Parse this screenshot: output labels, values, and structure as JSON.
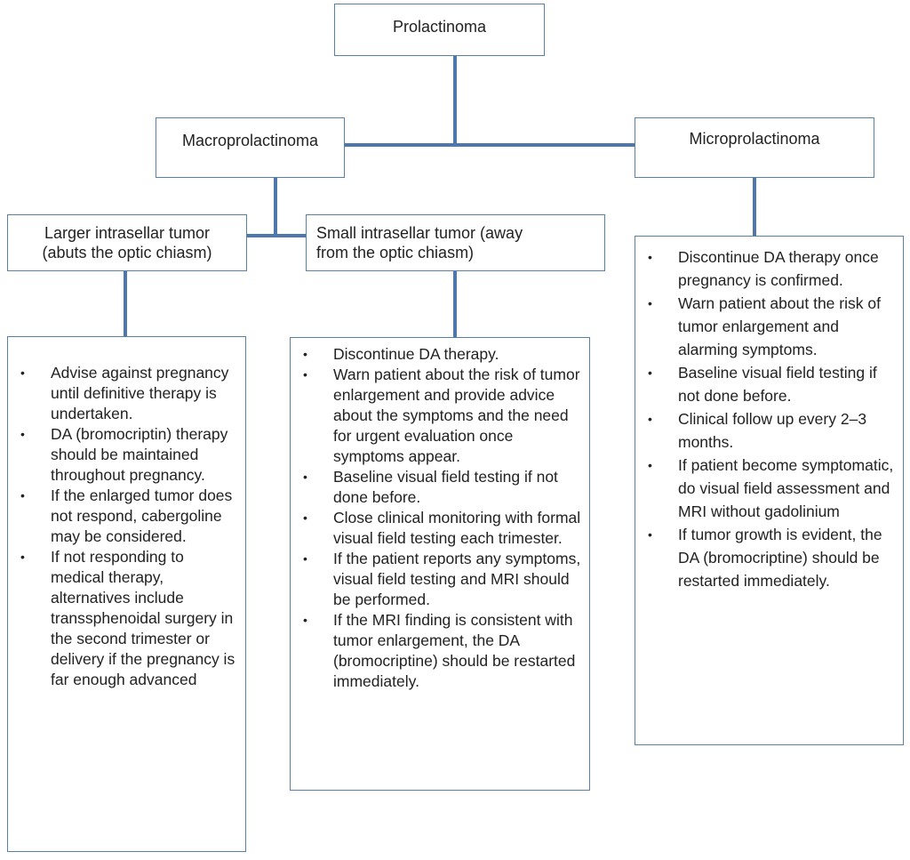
{
  "colors": {
    "line": "#4e78ad",
    "border": "#5a7fa8",
    "text": "#222222"
  },
  "nodes": {
    "root": {
      "label": "Prolactinoma"
    },
    "macro": {
      "label": "Macroprolactinoma"
    },
    "micro": {
      "label": "Microprolactinoma"
    },
    "large": {
      "line1": "Larger intrasellar tumor",
      "line2": "(abuts the optic chiasm)"
    },
    "small": {
      "line1": "Small intrasellar tumor (away",
      "line2": "from the optic chiasm)"
    }
  },
  "lists": {
    "large": [
      "Advise against pregnancy until definitive therapy is undertaken.",
      "DA (bromocriptin) therapy should be maintained throughout pregnancy.",
      "If the enlarged tumor does not respond, cabergoline may be considered.",
      "If not responding to medical therapy, alternatives include transsphenoidal surgery in the second trimester or delivery if the pregnancy is far enough advanced"
    ],
    "small": [
      "Discontinue DA therapy.",
      "Warn patient about the risk of tumor enlargement and provide advice about the symptoms and the need for urgent evaluation once symptoms appear.",
      "Baseline visual field testing if not done before.",
      "Close clinical monitoring with formal visual field testing each trimester.",
      "If the patient reports any symptoms, visual field testing and MRI should be performed.",
      "If the MRI finding is consistent with tumor enlargement, the DA (bromocriptine) should be restarted immediately."
    ],
    "micro": [
      "Discontinue DA therapy once pregnancy is confirmed.",
      "Warn patient about the risk of tumor enlargement and alarming symptoms.",
      "Baseline visual field testing if not done before.",
      "Clinical follow up every 2–3 months.",
      "If patient become symptomatic, do visual field assessment and MRI without gadolinium",
      "If tumor growth is evident, the DA (bromocriptine) should be restarted immediately."
    ]
  }
}
